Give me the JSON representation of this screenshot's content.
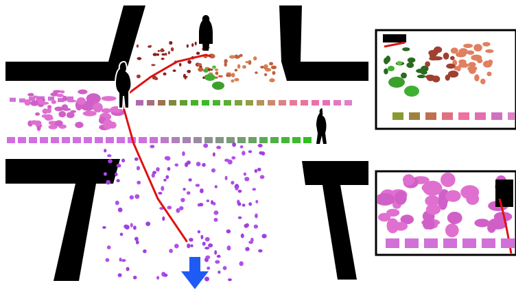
{
  "scene": {
    "description_visible_text": "",
    "colors": {
      "road": "#000000",
      "ground": "#ffffff",
      "trajectory": "#e01010",
      "direction_arrow": "#1e5bf5",
      "crosswalk_gradient": [
        "#d070d8",
        "#c060c0",
        "#b88860",
        "#8aa040",
        "#40c030",
        "#f07090",
        "#e8a0c8"
      ],
      "particles_far": "#8a2020",
      "particles_mid": "#d88050",
      "particles_green": "#40b030",
      "particles_pink": "#e070d0",
      "particles_purple": "#a040e0"
    },
    "icons": {
      "pedestrian_main": "pedestrian-silhouette-icon",
      "pedestrian_far": "pedestrian-silhouette-icon",
      "pedestrian_right": "pedestrian-silhouette-icon",
      "arrow": "arrow-down-icon"
    }
  },
  "insets": [
    {
      "name": "inset-top-right",
      "content": "zoom-far-crowd"
    },
    {
      "name": "inset-bottom-right",
      "content": "zoom-near-crowd"
    }
  ]
}
